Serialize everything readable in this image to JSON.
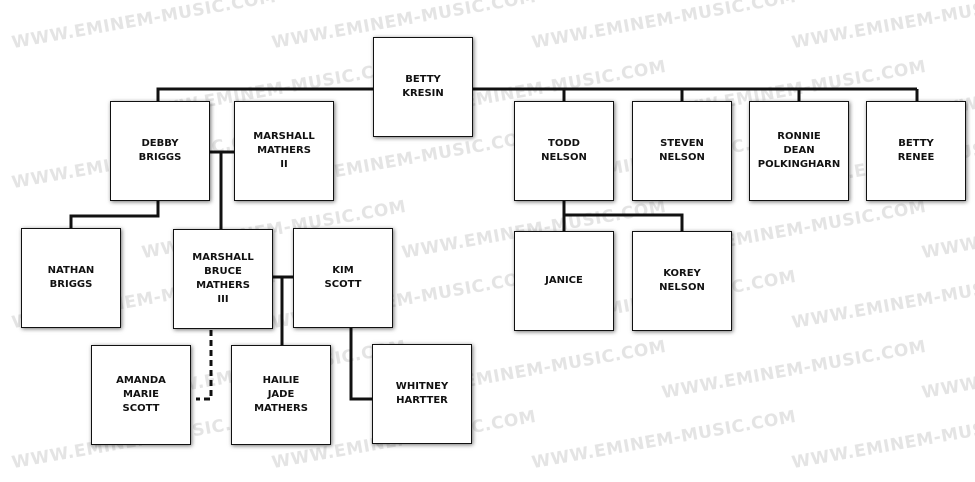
{
  "watermark": "WWW.EMINEM-MUSIC.COM",
  "people": {
    "betty_kresin": "BETTY\nKRESIN",
    "debby_briggs": "DEBBY\nBRIGGS",
    "marshall_mathers_ii": "MARSHALL\nMATHERS\nII",
    "todd_nelson": "TODD\nNELSON",
    "steven_nelson": "STEVEN\nNELSON",
    "ronnie_dean_polkingharn": "RONNIE\nDEAN\nPOLKINGHARN",
    "betty_renee": "BETTY\nRENEE",
    "nathan_briggs": "NATHAN\nBRIGGS",
    "marshall_bruce_mathers_iii": "MARSHALL\nBRUCE\nMATHERS\nIII",
    "kim_scott": "KIM\nSCOTT",
    "janice": "JANICE",
    "korey_nelson": "KOREY\nNELSON",
    "amanda_marie_scott": "AMANDA\nMARIE\nSCOTT",
    "hailie_jade_mathers": "HAILIE\nJADE\nMATHERS",
    "whitney_hartter": "WHITNEY\nHARTTER"
  }
}
